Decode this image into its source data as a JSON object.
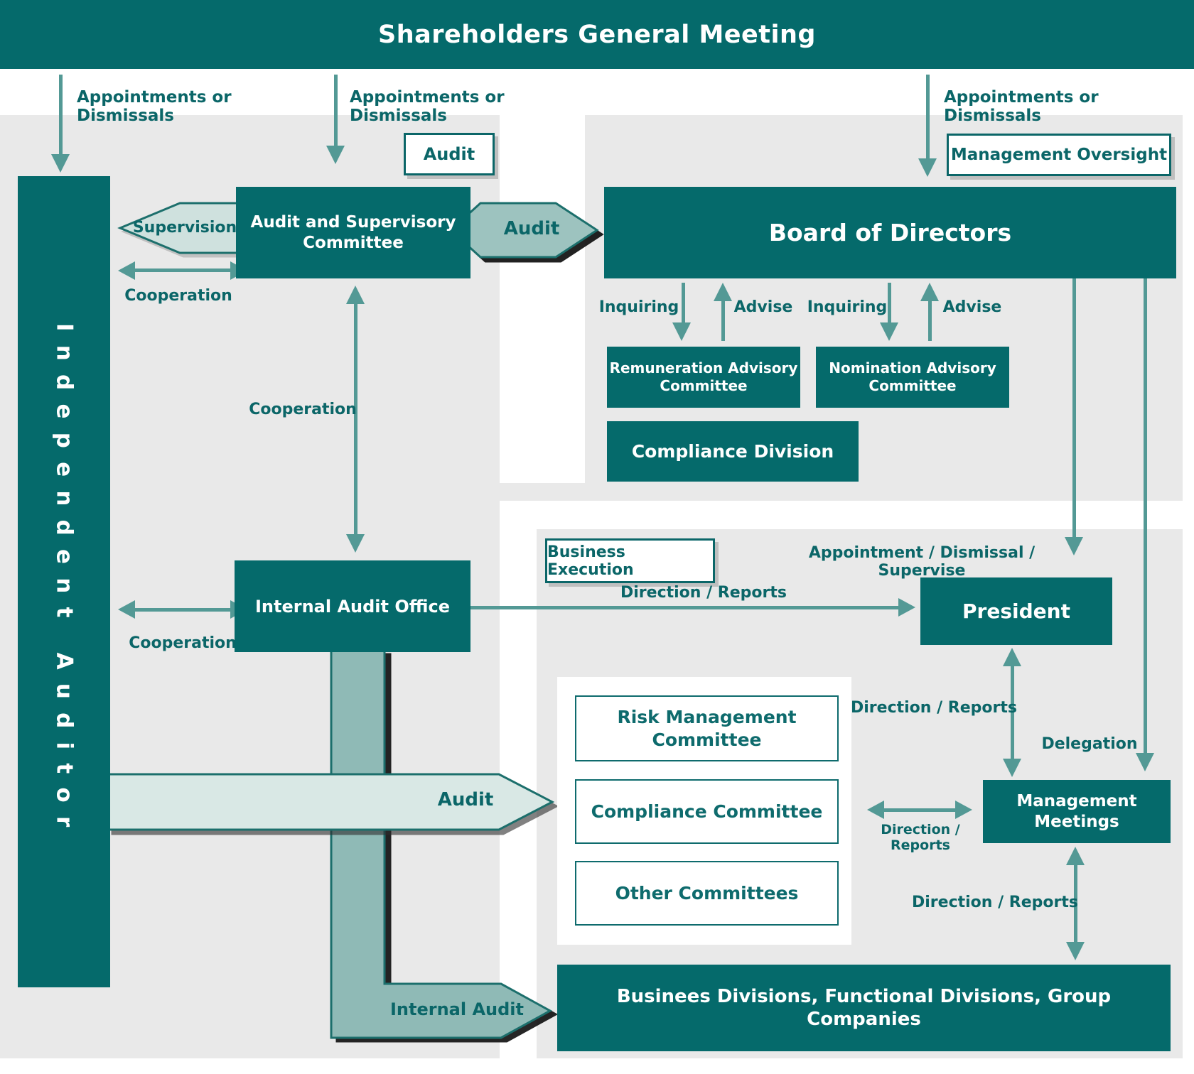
{
  "header": {
    "title": "Shareholders General Meeting"
  },
  "nodes": {
    "independent_auditor": "Independent Auditor",
    "audit_supervisory_committee": "Audit and Supervisory Committee",
    "board_of_directors": "Board of Directors",
    "remuneration_advisory_committee": "Remuneration Advisory Committee",
    "nomination_advisory_committee": "Nomination Advisory Committee",
    "compliance_division": "Compliance Division",
    "internal_audit_office": "Internal Audit Office",
    "president": "President",
    "risk_management_committee": "Risk Management Committee",
    "compliance_committee": "Compliance Committee",
    "other_committees": "Other Committees",
    "management_meetings": "Management Meetings",
    "divisions": "Businees Divisions, Functional Divisions, Group Companies"
  },
  "tags": {
    "audit": "Audit",
    "management_oversight": "Management Oversight",
    "business_execution": "Business Execution"
  },
  "edge_labels": {
    "appointments": "Appointments or Dismissals",
    "supervision": "Supervision",
    "cooperation": "Cooperation",
    "audit": "Audit",
    "inquiring": "Inquiring",
    "advise": "Advise",
    "appointment_dismissal_supervise": "Appointment / Dismissal / Supervise",
    "direction_reports": "Direction / Reports",
    "delegation": "Delegation",
    "internal_audit": "Internal Audit"
  },
  "colors": {
    "teal_dark": "#056a6b",
    "teal_label": "#0b6668",
    "arrow_stroke": "#539995",
    "arrow_outline": "#1c6f6c",
    "arrow_light_fill": "#d9e8e5",
    "arrow_mid_fill": "#9dc3bf",
    "band_fill": "#8fbab6",
    "panel_gray": "#e9e9e9"
  }
}
